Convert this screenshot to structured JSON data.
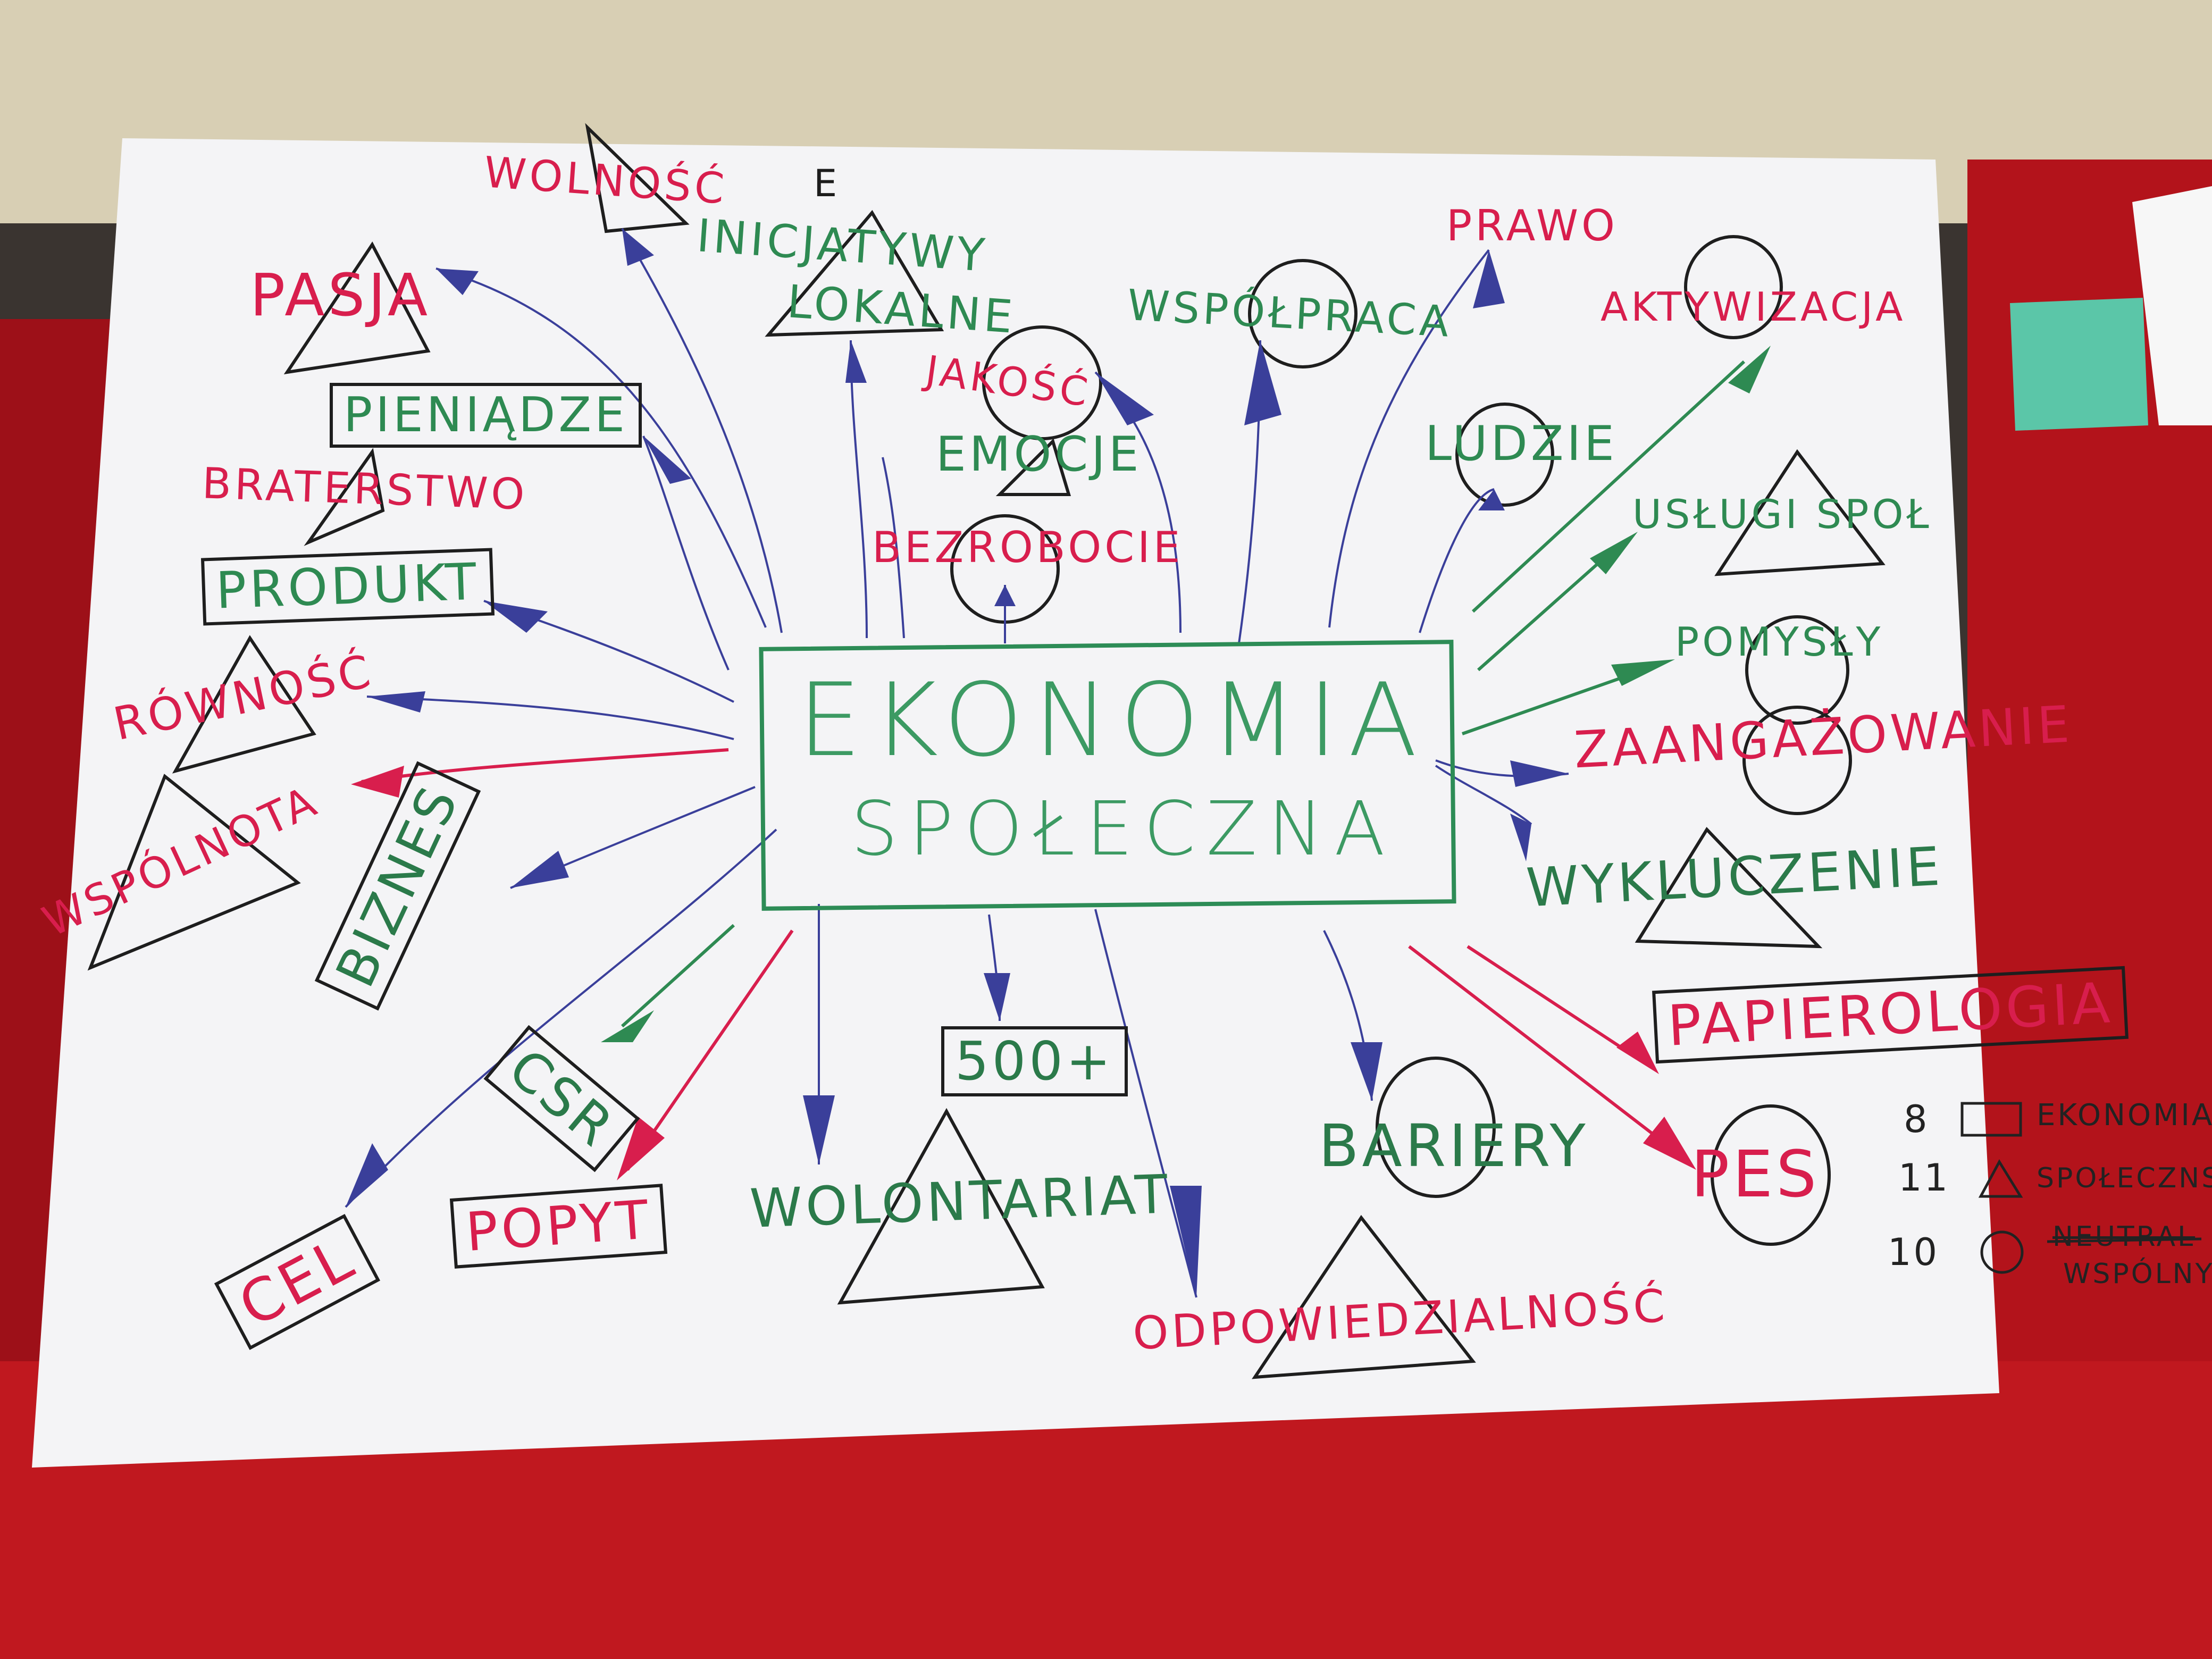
{
  "center": {
    "line1": "EKONOMIA",
    "line2": "SPOŁECZNA"
  },
  "words": {
    "wolnosc": "WOLNOŚĆ",
    "e_mark": "E",
    "inicjatywy": "INICJATYWY",
    "lokalne": "LOKALNE",
    "pasja": "PASJA",
    "pieniadze": "PIENIĄDZE",
    "braterstwo": "BRATERSTWO",
    "produkt": "PRODUKT",
    "rownosc": "RÓWNOŚĆ",
    "wspolnota": "WSPÓLNOTA",
    "biznes": "BIZNES",
    "csr": "CSR",
    "cel": "CEL",
    "popyt": "POPYT",
    "wolontariat": "WOLONTARIAT",
    "p500": "500+",
    "odpowiedzialnosc": "ODPOWIEDZIALNOŚĆ",
    "bariery": "BARIERY",
    "pes": "PES",
    "papierologia": "PAPIEROLOGIA",
    "wykluczenie": "WYKLUCZENIE",
    "zaangazowanie": "ZAANGAŻOWANIE",
    "pomysly": "POMYSŁY",
    "uslugi": "USŁUGI SPOŁ",
    "ludzie": "LUDZIE",
    "aktywizacja": "AKTYWIZACJA",
    "prawo": "PRAWO",
    "wspolpraca": "WSPÓŁPRACA",
    "jakosc": "JAKOŚĆ",
    "emocje": "EMOCJE",
    "bezrobocie": "BEZROBOCIE"
  },
  "legend": {
    "row1_count": "8",
    "row1_label": "EKONOMIA",
    "row2_count": "11",
    "row2_label": "SPOŁECZNS.",
    "row3_count": "10",
    "row3_struck": "NEUTRAL",
    "row3_label": "WSPÓLNY"
  },
  "colors": {
    "red_marker": "#d81e4d",
    "green_marker": "#2e8a52",
    "blue_pen": "#3a3f9a",
    "black_marker": "#1e1e1e"
  }
}
